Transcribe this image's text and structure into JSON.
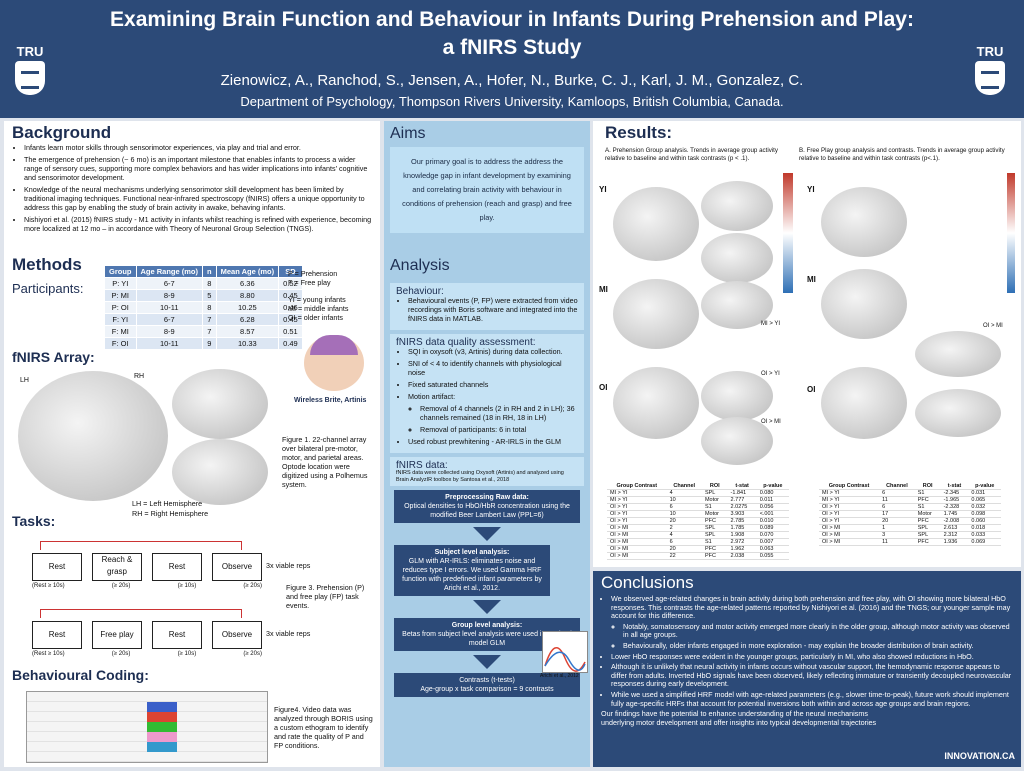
{
  "header": {
    "title_line1": "Examining Brain Function and Behaviour in Infants During Prehension and Play:",
    "title_line2": "a fNIRS Study",
    "authors": "Zienowicz, A., Ranchod, S., Jensen, A., Hofer, N., Burke, C. J., Karl, J. M., Gonzalez, C.",
    "department": "Department of Psychology, Thompson Rivers University, Kamloops, British Columbia, Canada.",
    "logo_text": "TRU"
  },
  "background": {
    "heading": "Background",
    "bullets": [
      "Infants learn motor skills through sensorimotor experiences, via play and trial and error.",
      "The emergence of prehension (~ 6 mo) is an important milestone that enables infants to process a wider range of sensory cues, supporting more complex behaviors and has wider implications into infants' cognitive and sensorimotor development.",
      "Knowledge of the neural mechanisms underlying sensorimotor skill development has been limited by traditional imaging techniques. Functional near-infrared spectroscopy (fNIRS) offers a unique opportunity to address this gap by enabling the study of brain activity in awake, behaving infants.",
      "Nishiyori et al. (2015) fNIRS study - M1 activity in infants whilst reaching is refined with experience, becoming more localized at 12 mo – in accordance with Theory of Neuronal Group Selection (TNGS)."
    ]
  },
  "methods": {
    "heading": "Methods",
    "participants_heading": "Participants:",
    "table_headers": [
      "Group",
      "Age Range (mo)",
      "n",
      "Mean Age (mo)",
      "SD"
    ],
    "table_rows": [
      [
        "P: YI",
        "6-7",
        "8",
        "6.36",
        "0.52"
      ],
      [
        "P: MI",
        "8-9",
        "5",
        "8.80",
        "0.45"
      ],
      [
        "P: OI",
        "10-11",
        "8",
        "10.25",
        "0.46"
      ],
      [
        "F: YI",
        "6-7",
        "7",
        "6.28",
        "0.45"
      ],
      [
        "F: MI",
        "8-9",
        "7",
        "8.57",
        "0.51"
      ],
      [
        "F: OI",
        "10-11",
        "9",
        "10.33",
        "0.49"
      ]
    ],
    "legend_p": "P = Prehension",
    "legend_f": "F = Free play",
    "legend_yi": "YI = young infants",
    "legend_mi": "MI = middle infants",
    "legend_oi": "OI = older infants",
    "cap_label": "Wireless Brite, Artinis",
    "array_heading": "fNIRS Array:",
    "lh": "LH",
    "rh": "RH",
    "fig1": "Figure 1. 22-channel array over bilateral pre-motor, motor, and parietal areas. Optode location were digitized using a Polhemus system.",
    "hemi_lh": "LH = Left Hemisphere",
    "hemi_rh": "RH = Right Hemisphere",
    "tasks_heading": "Tasks:",
    "task_row1": [
      "Rest",
      "Reach & grasp",
      "Rest",
      "Observe"
    ],
    "task_row2": [
      "Rest",
      "Free play",
      "Rest",
      "Observe"
    ],
    "durations": [
      "(Rest ≥ 10s)",
      "(≥ 20s)",
      "(≥ 10s)",
      "(≥ 20s)"
    ],
    "durations2": [
      "(Rest ≥ 10s)",
      "(≥ 20s)",
      "(≥ 10s)",
      "(≥ 20s)"
    ],
    "reps": "3x viable reps",
    "fig3": "Figure 3. Prehension (P) and free play (FP) task events.",
    "coding_heading": "Behavioural Coding:",
    "fig4": "Figure4. Video data was analyzed through BORIS using a custom ethogram to identify and rate the quality of P and FP conditions."
  },
  "aims": {
    "heading": "Aims",
    "text": "Our primary goal is to address the address the knowledge gap in infant development by examining and correlating brain activity with behaviour in conditions of prehension (reach and grasp) and free play."
  },
  "analysis": {
    "heading": "Analysis",
    "behaviour_heading": "Behaviour:",
    "behaviour_text": "Behavioural events (P, FP) were extracted from video recordings with Boris software and integrated into the fNIRS data in MATLAB.",
    "quality_heading": "fNIRS data quality assessment:",
    "quality_items": [
      "SQI in oxysoft (v3, Artinis) during data collection.",
      "SNI of < 4 to identify channels with physiological noise",
      "Fixed saturated channels",
      "Motion artifact:",
      "Removal of 4 channels (2 in RH and 2 in LH); 36 channels remained (18 in RH, 18 in LH)",
      "Removal of participants: 6 in total",
      "Used robust prewhitening - AR-IRLS in the GLM"
    ],
    "data_heading": "fNIRS data:",
    "data_text": "fNIRS data were collected using Oxysoft (Artinis) and analyzed using Brain AnalyzIR toolbox by Santosa et al., 2018",
    "flow1_title": "Preprocessing Raw data:",
    "flow1_text": "Optical densities to HbO/HbR concentration using the modified Beer Lambert Law (PPL=6)",
    "flow2_title": "Subject level analysis:",
    "flow2_text": "GLM with AR-IRLS: eliminates noise and reduces type I errors. We used Gamma HRF function with predefined infant parameters by Arichi et al., 2012.",
    "flow3_title": "Group level analysis:",
    "flow3_text": "Betas from subject level analysis were used in a Mixed model GLM",
    "flow4_title": "Contrasts (t-tests)",
    "flow4_text": "Age-group x task comparison = 9 contrasts",
    "arichi": "Arichi et al., 2012"
  },
  "results": {
    "heading": "Results:",
    "a_text": "A. Prehension Group analysis. Trends in average group activity relative to baseline and within task contrasts (p < .1).",
    "b_text": "B. Free Play group analysis and contrasts. Trends in average group activity relative to baseline and within task contrasts (p<.1).",
    "row_labels": [
      "YI",
      "MI",
      "OI"
    ],
    "contrast_labels": [
      "MI > YI",
      "OI > YI",
      "OI > MI",
      "OI > MI"
    ],
    "table_headers": [
      "Group Contrast",
      "Channel",
      "ROI",
      "t-stat",
      "p-value"
    ],
    "table_a": [
      [
        "MI > YI",
        "4",
        "SPL",
        "-1.841",
        "0.080"
      ],
      [
        "MI > YI",
        "10",
        "Motor",
        "2.777",
        "0.011"
      ],
      [
        "OI > YI",
        "6",
        "S1",
        "2.0275",
        "0.056"
      ],
      [
        "OI > YI",
        "10",
        "Motor",
        "3.903",
        "<.001"
      ],
      [
        "OI > YI",
        "20",
        "PFC",
        "2.785",
        "0.010"
      ],
      [
        "OI > MI",
        "2",
        "SPL",
        "1.785",
        "0.089"
      ],
      [
        "OI > MI",
        "4",
        "SPL",
        "1.908",
        "0.070"
      ],
      [
        "OI > MI",
        "6",
        "S1",
        "2.972",
        "0.007"
      ],
      [
        "OI > MI",
        "20",
        "PFC",
        "1.962",
        "0.063"
      ],
      [
        "OI > MI",
        "22",
        "PFC",
        "2.038",
        "0.055"
      ]
    ],
    "table_b": [
      [
        "MI > YI",
        "6",
        "S1",
        "-2.345",
        "0.031"
      ],
      [
        "MI > YI",
        "11",
        "PFC",
        "-1.965",
        "0.065"
      ],
      [
        "OI > YI",
        "6",
        "S1",
        "-2.328",
        "0.032"
      ],
      [
        "OI > YI",
        "17",
        "Motor",
        "1.745",
        "0.098"
      ],
      [
        "OI > YI",
        "20",
        "PFC",
        "-2.008",
        "0.060"
      ],
      [
        "OI > MI",
        "1",
        "SPL",
        "2.613",
        "0.018"
      ],
      [
        "OI > MI",
        "3",
        "SPL",
        "2.312",
        "0.033"
      ],
      [
        "OI > MI",
        "11",
        "PFC",
        "1.936",
        "0.069"
      ]
    ]
  },
  "conclusions": {
    "heading": "Conclusions",
    "bullets": [
      "We observed age-related changes in brain activity during both prehension and free play, with OI showing more bilateral HbO responses. This contrasts the age-related patterns reported by Nishiyori et al. (2016) and the TNGS; our younger sample may account for this difference.",
      "Notably, somatosensory and motor activity emerged more clearly in the older group, although motor activity was observed in all age groups.",
      "Behaviourally, older infants engaged in more exploration - may explain the broader distribution of brain activity.",
      "Lower HbO responses were evident in the younger groups, particularly in MI, who also showed reductions in HbO.",
      "Although it is unlikely that neural activity in infants occurs without vascular support, the hemodynamic response appears to differ from adults. Inverted HbO signals have been observed, likely reflecting immature or transiently decoupled neurovascular responses during early development.",
      "While we used a simplified HRF model with age-related parameters (e.g., slower time-to-peak), future work should implement fully age-specific HRFs that account for potential inversions both within and across age groups and brain regions."
    ],
    "closing": "Our findings have the potential to enhance understanding of the neural mechanisms underlying motor development and offer insights into typical developmental trajectories",
    "footer_logo": "INNOVATION.CA"
  },
  "colors": {
    "navy": "#2c4a78",
    "aims_bg": "#a9cde6",
    "accent": "#4f77b0"
  }
}
